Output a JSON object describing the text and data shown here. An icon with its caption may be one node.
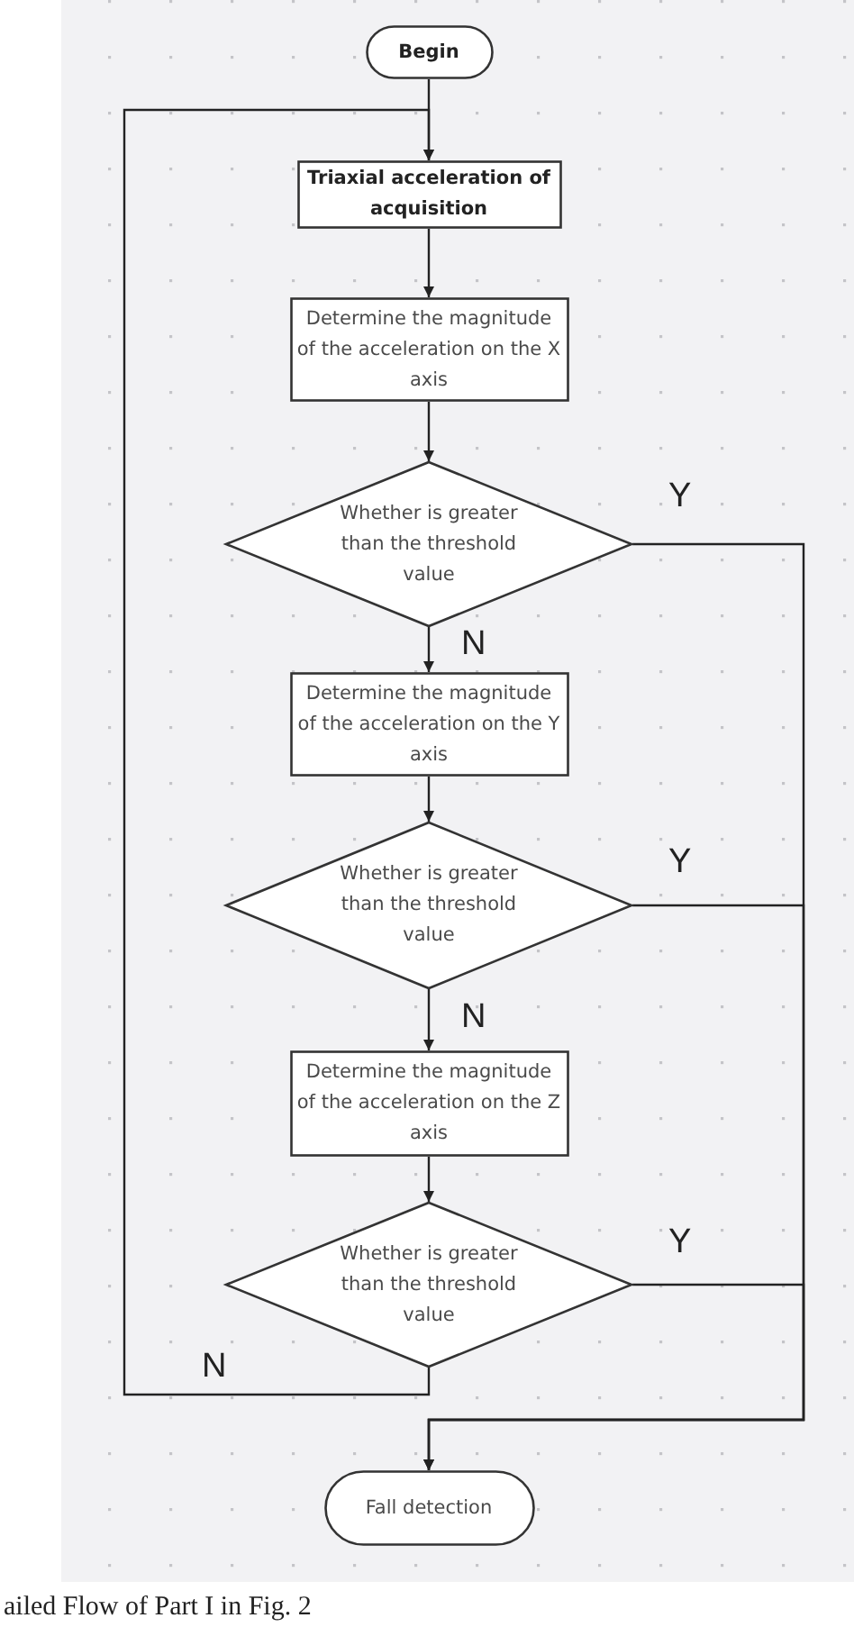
{
  "diagram": {
    "caption": "ailed Flow of Part I in Fig. 2",
    "nodes": [
      {
        "text": [
          "Begin"
        ]
      },
      {
        "text": [
          "Triaxial acceleration of acquisition"
        ]
      },
      {
        "text": [
          "Determine the magnitude of the acceleration on the X axis"
        ]
      },
      {
        "text": [
          "Whether is greater than the threshold value"
        ]
      },
      {
        "text": [
          "Determine the magnitude of the acceleration on the Y axis"
        ]
      },
      {
        "text": [
          "Whether is greater than the threshold value"
        ]
      },
      {
        "text": [
          "Determine the magnitude of the acceleration on the Z axis"
        ]
      },
      {
        "text": [
          "Whether is greater than the threshold value"
        ]
      },
      {
        "text": [
          "Fall detection"
        ]
      }
    ],
    "edges": [
      {
        "from": 0,
        "to": 1,
        "arrow": "to"
      },
      {
        "from": 1,
        "to": 2,
        "arrow": "to"
      },
      {
        "from": 2,
        "to": 3,
        "arrow": "to"
      },
      {
        "from": 3,
        "to": 4,
        "arrow": "to",
        "label": "N"
      },
      {
        "from": 3,
        "to": 8,
        "arrow": "to",
        "label": "Y"
      },
      {
        "from": 4,
        "to": 5,
        "arrow": "to"
      },
      {
        "from": 5,
        "to": 8,
        "arrow": "to",
        "label": "Y"
      },
      {
        "from": 5,
        "to": 6,
        "arrow": "to",
        "label": "N"
      },
      {
        "from": 6,
        "to": 7,
        "arrow": "to"
      },
      {
        "from": 7,
        "to": 8,
        "arrow": "to",
        "label": "Y"
      },
      {
        "from": 7,
        "to": 1,
        "arrow": "to",
        "label": "N"
      }
    ]
  }
}
